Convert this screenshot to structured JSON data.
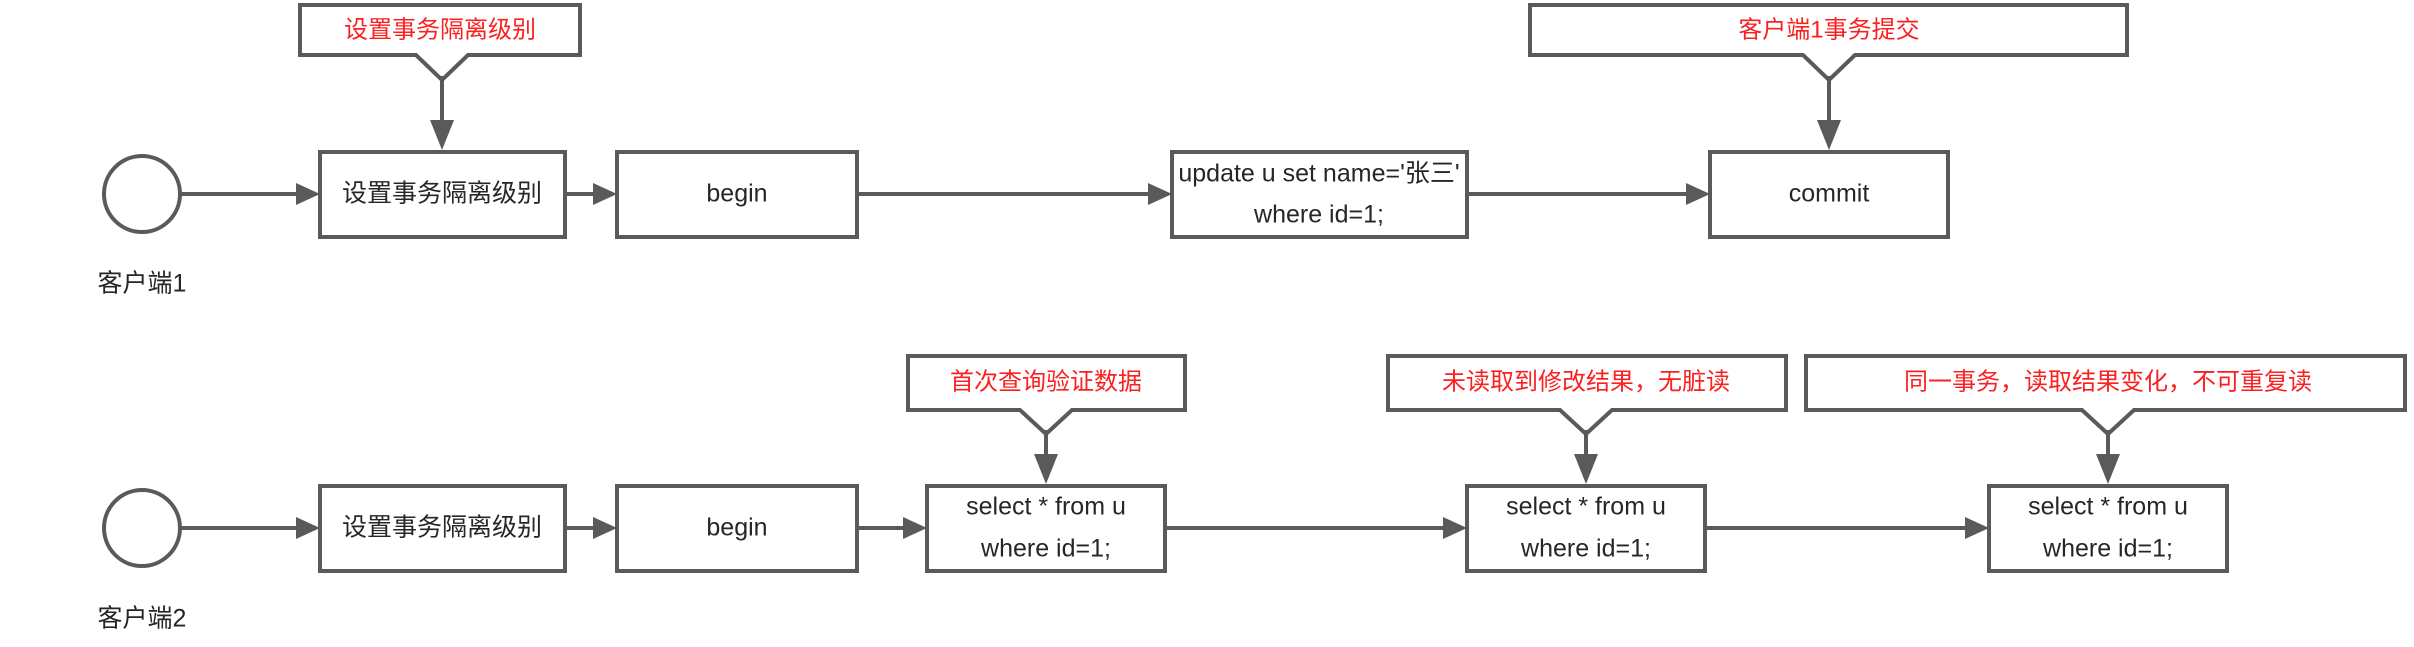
{
  "diagram": {
    "title": "MySQL transaction isolation level demonstration sequence",
    "colors": {
      "background": "#ffffff",
      "stroke": "#5a5a5a",
      "node_text": "#262626",
      "annotation_text": "#fb2020",
      "node_fill": "#ffffff"
    },
    "lanes": [
      {
        "id": "lane-client-1",
        "actor_label": "客户端1",
        "nodes": [
          {
            "id": "n1-set-isolation",
            "lines": [
              "设置事务隔离级别"
            ]
          },
          {
            "id": "n1-begin",
            "lines": [
              "begin"
            ]
          },
          {
            "id": "n1-update",
            "lines": [
              "update u set name='张三'",
              "where id=1;"
            ]
          },
          {
            "id": "n1-commit",
            "lines": [
              "commit"
            ]
          }
        ],
        "annotations": [
          {
            "id": "a1-set-isolation",
            "text": "设置事务隔离级别",
            "target": "n1-set-isolation"
          },
          {
            "id": "a1-commit",
            "text": "客户端1事务提交",
            "target": "n1-commit"
          }
        ]
      },
      {
        "id": "lane-client-2",
        "actor_label": "客户端2",
        "nodes": [
          {
            "id": "n2-set-isolation",
            "lines": [
              "设置事务隔离级别"
            ]
          },
          {
            "id": "n2-begin",
            "lines": [
              "begin"
            ]
          },
          {
            "id": "n2-select-1",
            "lines": [
              "select * from u",
              "where id=1;"
            ]
          },
          {
            "id": "n2-select-2",
            "lines": [
              "select * from u",
              "where id=1;"
            ]
          },
          {
            "id": "n2-select-3",
            "lines": [
              "select * from u",
              "where id=1;"
            ]
          }
        ],
        "annotations": [
          {
            "id": "a2-select-1",
            "text": "首次查询验证数据",
            "target": "n2-select-1"
          },
          {
            "id": "a2-select-2",
            "text": "未读取到修改结果，无脏读",
            "target": "n2-select-2"
          },
          {
            "id": "a2-select-3",
            "text": "同一事务，读取结果变化，不可重复读",
            "target": "n2-select-3"
          }
        ]
      }
    ]
  }
}
